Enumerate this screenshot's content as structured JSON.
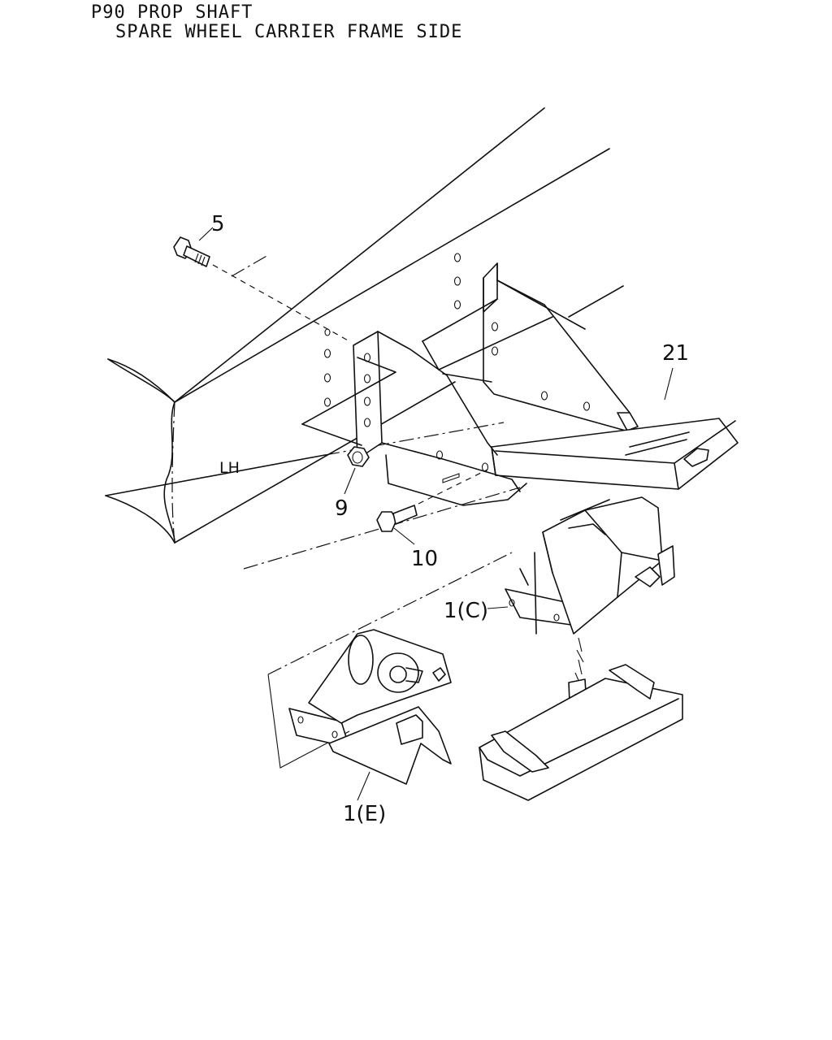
{
  "title": {
    "line1": "P90 PROP SHAFT",
    "line2": "SPARE WHEEL CARRIER FRAME SIDE"
  },
  "frame_label": "LH",
  "callouts": {
    "c5": "5",
    "c9": "9",
    "c10": "10",
    "c21": "21",
    "c1c": "1(C)",
    "c1e": "1(E)"
  }
}
